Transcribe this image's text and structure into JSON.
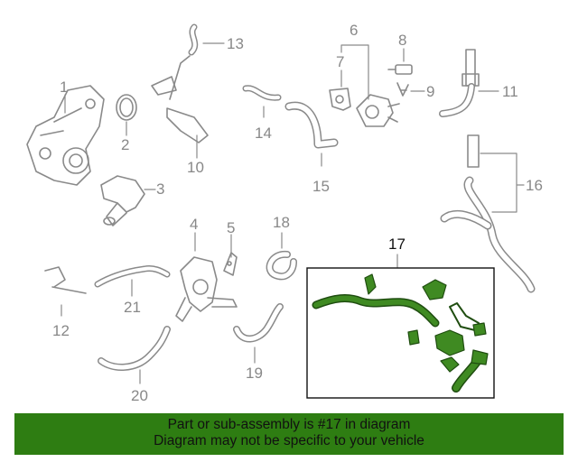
{
  "diagram": {
    "callouts": [
      "1",
      "2",
      "3",
      "4",
      "5",
      "6",
      "7",
      "8",
      "9",
      "10",
      "11",
      "12",
      "13",
      "14",
      "15",
      "16",
      "17",
      "18",
      "19",
      "20",
      "21"
    ],
    "highlighted_part": "17"
  },
  "banner": {
    "line1": "Part or sub-assembly is #17 in diagram",
    "line2": "Diagram may not be specific to your vehicle"
  },
  "colors": {
    "line_art": "#8a8a8a",
    "highlight_part": "#2e6b1a",
    "banner_bg": "#2e7d12",
    "callout_text": "#888888"
  }
}
